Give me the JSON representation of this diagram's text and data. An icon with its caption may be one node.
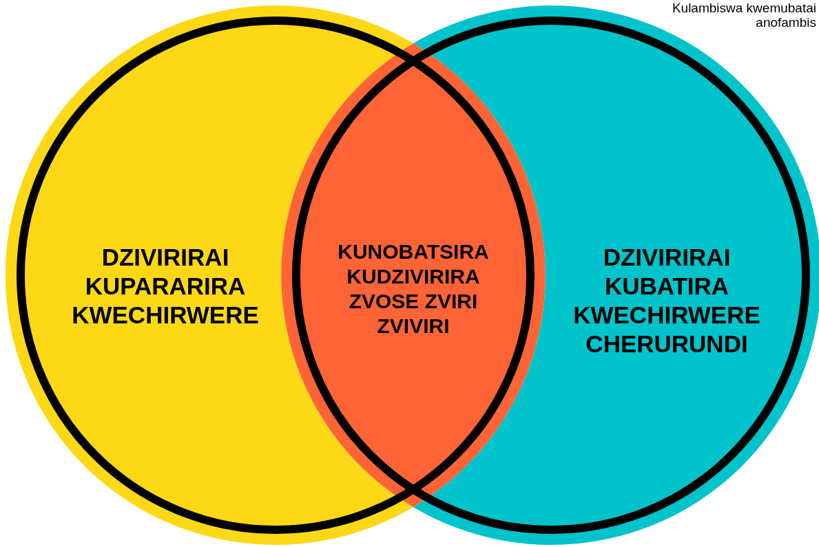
{
  "diagram": {
    "nodes": [
      {
        "text": [
          "DZIVIRIRAI KUPARARIRA KWECHIRWERE"
        ]
      },
      {
        "text": [
          "DZIVIRIRAI KUBATIRA KWECHIRWERE CHERURUNDI"
        ]
      },
      {
        "text": [
          "KUNOBATSIRA KUDZIVIRIRA ZVOSE ZVIRI ZVIVIRI"
        ]
      }
    ],
    "labels": [
      "Kulambiswa kwemubatai anofambis"
    ]
  }
}
